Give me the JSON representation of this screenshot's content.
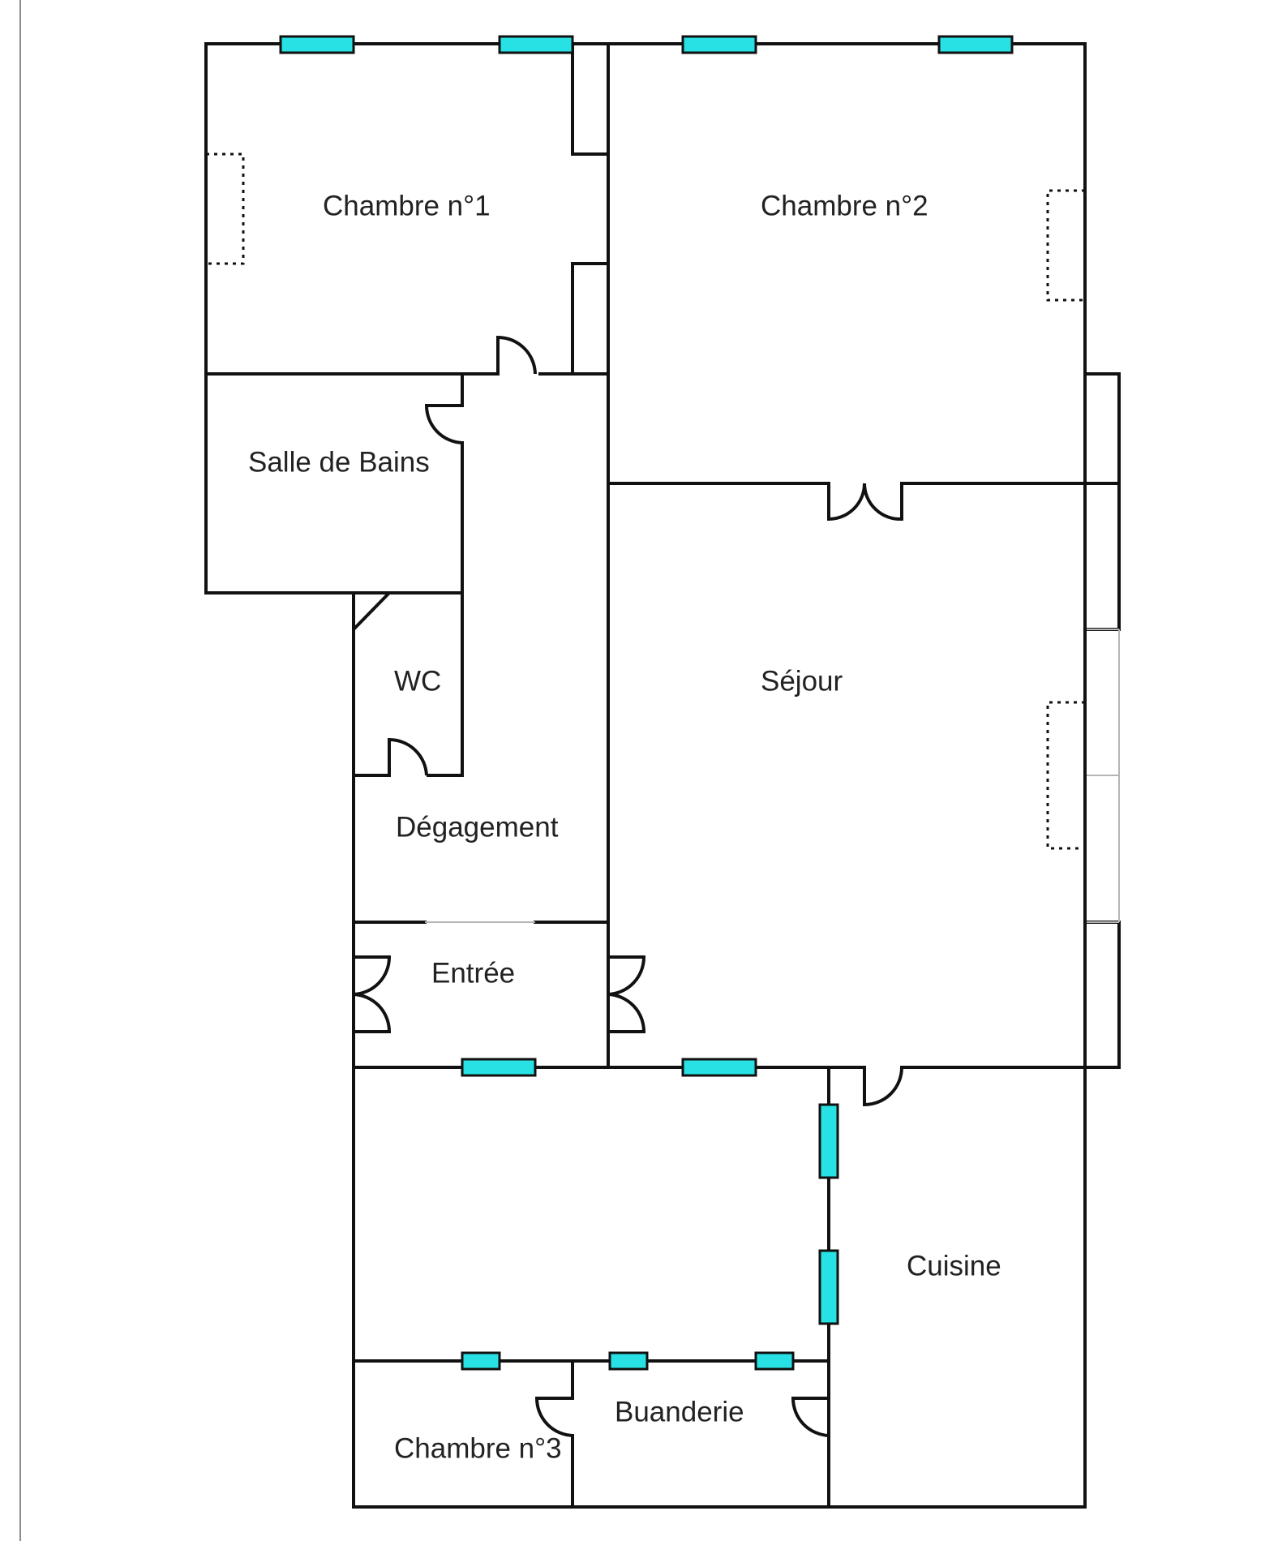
{
  "colors": {
    "wall": "#111111",
    "window": "#27e1e4",
    "background": "#ffffff",
    "border": "#8a8a8a"
  },
  "rooms": {
    "chambre1": "Chambre n°1",
    "chambre2": "Chambre n°2",
    "salle_de_bains": "Salle de Bains",
    "wc": "WC",
    "sejour": "Séjour",
    "degagement": "Dégagement",
    "entree": "Entrée",
    "cuisine": "Cuisine",
    "buanderie": "Buanderie",
    "chambre3": "Chambre n°3"
  }
}
